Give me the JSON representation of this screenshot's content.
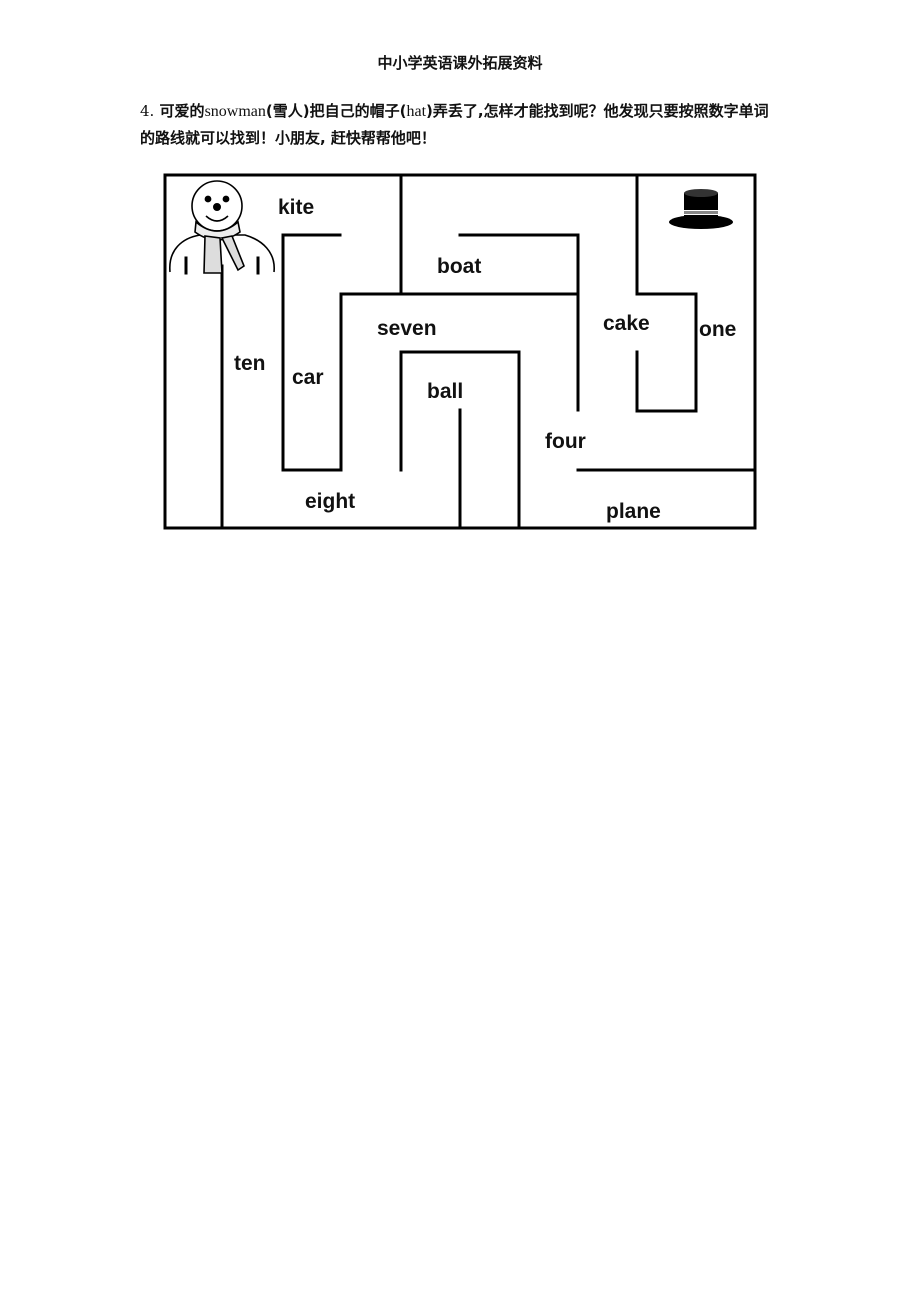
{
  "header": {
    "title": "中小学英语课外拓展资料"
  },
  "question": {
    "number": "4.",
    "part1": "可爱的",
    "snowman": "snowman",
    "part2": "(雪人)把自己的帽子(",
    "hat": "hat",
    "part3": ")弄丢了,怎样才能找到呢？他发现只要按照数字单词的路线就可以找到！小朋友, 赶快帮帮他吧！"
  },
  "maze": {
    "words": [
      "kite",
      "boat",
      "seven",
      "cake",
      "one",
      "ten",
      "car",
      "ball",
      "four",
      "eight",
      "plane"
    ],
    "start_icon": "snowman-icon",
    "goal_icon": "top-hat-icon"
  },
  "colors": {
    "ink": "#000000",
    "background": "#ffffff"
  }
}
